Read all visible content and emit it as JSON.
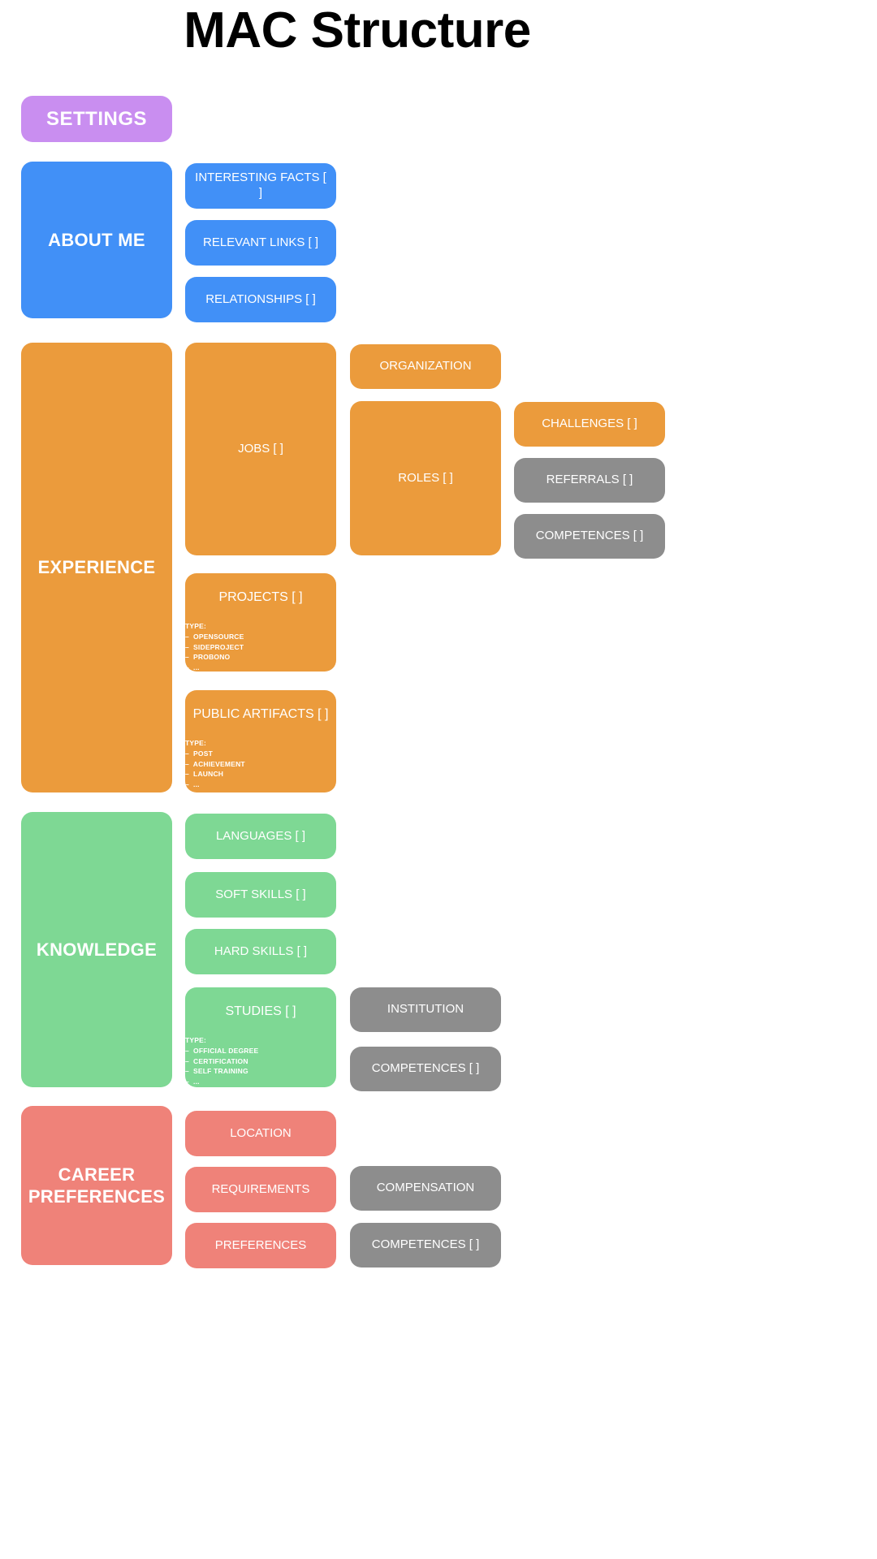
{
  "page": {
    "title": "MAC Structure"
  },
  "colors": {
    "settings": "#c98ef0",
    "about_me": "#4190f7",
    "experience": "#eb9b3c",
    "knowledge": "#7ed894",
    "career_preferences": "#ef8279",
    "secondary": "#8d8d8d",
    "background": "#ffffff",
    "text_on_box": "#ffffff",
    "title_text": "#000000"
  },
  "sections": {
    "settings": {
      "label": "SETTINGS"
    },
    "about_me": {
      "label": "ABOUT ME",
      "children": [
        {
          "label": "INTERESTING FACTS [ ]"
        },
        {
          "label": "RELEVANT LINKS [ ]"
        },
        {
          "label": "RELATIONSHIPS [ ]"
        }
      ]
    },
    "experience": {
      "label": "EXPERIENCE",
      "jobs": {
        "label": "JOBS [ ]",
        "organization": {
          "label": "ORGANIZATION"
        },
        "roles": {
          "label": "ROLES [ ]",
          "children": [
            {
              "label": "CHALLENGES [ ]",
              "color": "experience"
            },
            {
              "label": "REFERRALS [ ]",
              "color": "secondary"
            },
            {
              "label": "COMPETENCES [ ]",
              "color": "secondary"
            }
          ]
        }
      },
      "projects": {
        "label": "PROJECTS [ ]",
        "type_label": "TYPE:",
        "types": [
          "OPENSOURCE",
          "SIDEPROJECT",
          "PROBONO",
          "..."
        ]
      },
      "public_artifacts": {
        "label": "PUBLIC ARTIFACTS [ ]",
        "type_label": "TYPE:",
        "types": [
          "POST",
          "ACHIEVEMENT",
          "LAUNCH",
          "..."
        ]
      }
    },
    "knowledge": {
      "label": "KNOWLEDGE",
      "children": [
        {
          "label": "LANGUAGES [ ]"
        },
        {
          "label": "SOFT SKILLS [ ]"
        },
        {
          "label": "HARD SKILLS [ ]"
        }
      ],
      "studies": {
        "label": "STUDIES [ ]",
        "type_label": "TYPE:",
        "types": [
          "OFFICIAL DEGREE",
          "CERTIFICATION",
          "SELF TRAINING",
          "..."
        ],
        "children": [
          {
            "label": "INSTITUTION",
            "color": "secondary"
          },
          {
            "label": "COMPETENCES [ ]",
            "color": "secondary"
          }
        ]
      }
    },
    "career_preferences": {
      "label": "CAREER\nPREFERENCES",
      "label_line1": "CAREER",
      "label_line2": "PREFERENCES",
      "children": [
        {
          "label": "LOCATION"
        },
        {
          "label": "REQUIREMENTS"
        },
        {
          "label": "PREFERENCES"
        }
      ],
      "secondary_children": [
        {
          "label": "COMPENSATION",
          "color": "secondary"
        },
        {
          "label": "COMPETENCES [ ]",
          "color": "secondary"
        }
      ]
    }
  }
}
